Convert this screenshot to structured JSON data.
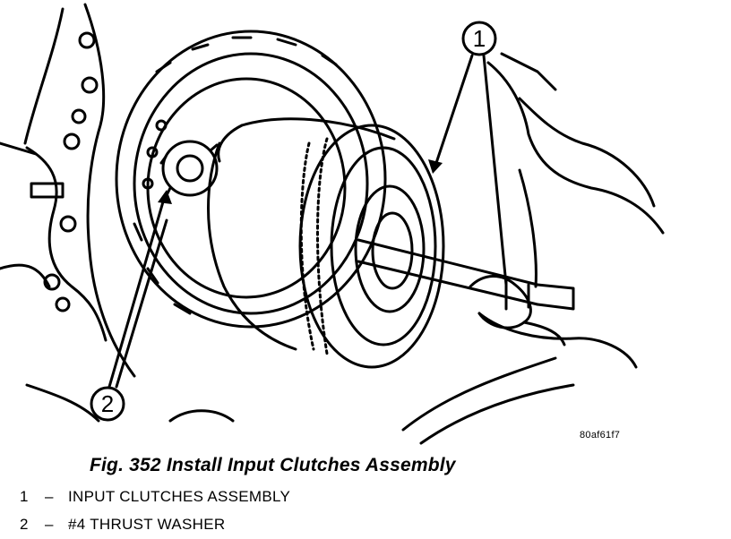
{
  "figure": {
    "callouts": [
      {
        "number": "1"
      },
      {
        "number": "2"
      }
    ],
    "image_code": "80af61f7"
  },
  "caption": "Fig. 352 Install Input Clutches Assembly",
  "legend": [
    {
      "number": "1",
      "dash": "–",
      "text": "INPUT CLUTCHES ASSEMBLY"
    },
    {
      "number": "2",
      "dash": "–",
      "text": "#4 THRUST WASHER"
    }
  ]
}
